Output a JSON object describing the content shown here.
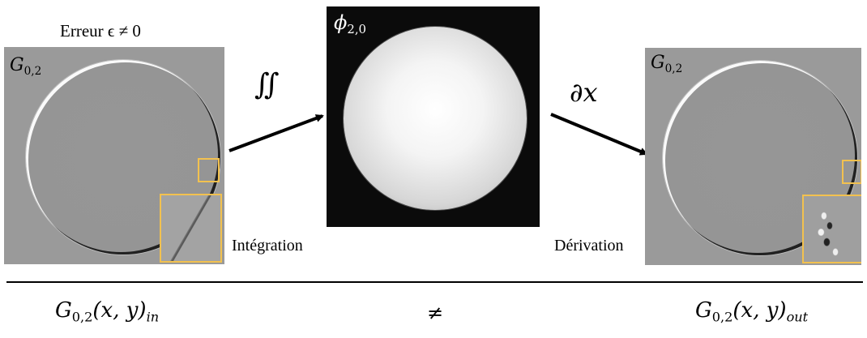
{
  "panels": {
    "left": {
      "header": "Erreur ϵ ≠ 0",
      "symbol": "G",
      "subscript": "0,2",
      "caption": "Intégration"
    },
    "middle": {
      "symbol": "ϕ",
      "subscript": "2,0"
    },
    "right": {
      "symbol": "G",
      "subscript": "0,2",
      "caption": "Dérivation"
    }
  },
  "operators": {
    "integral": "∬",
    "derivative": "∂x"
  },
  "equation": {
    "left_main": "G",
    "left_sub": "0,2",
    "left_args": "(x, y)",
    "left_suffix": "in",
    "relation": "≠",
    "right_main": "G",
    "right_sub": "0,2",
    "right_args": "(x, y)",
    "right_suffix": "out"
  },
  "colors": {
    "highlight": "#f2c14f"
  }
}
